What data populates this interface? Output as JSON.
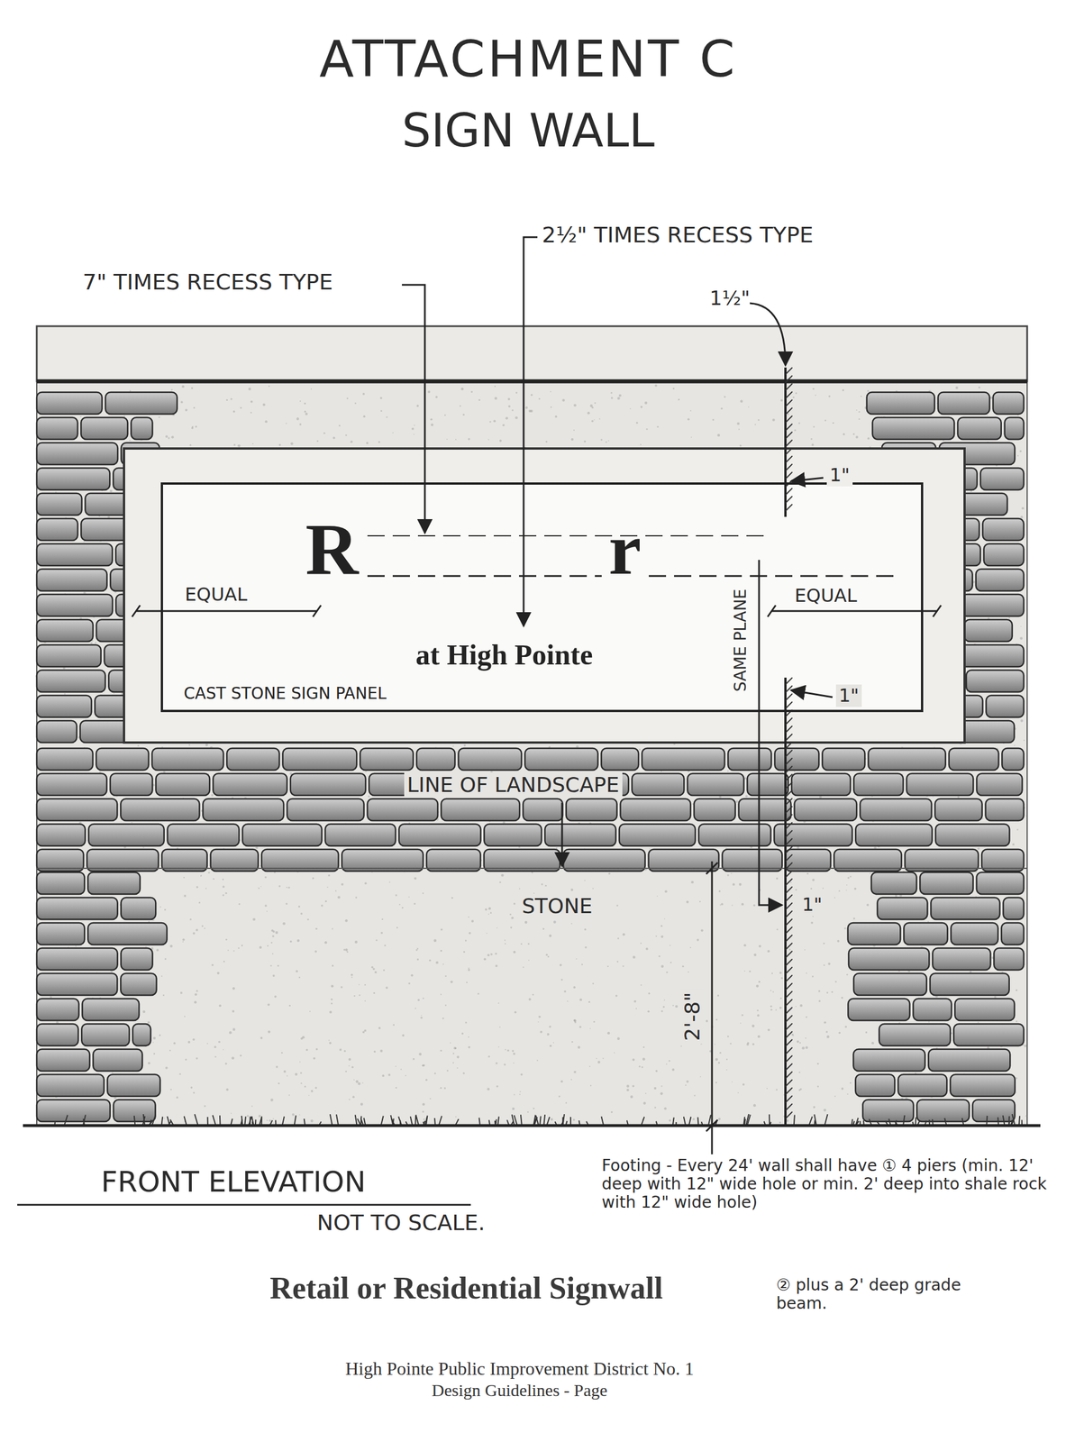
{
  "diagram": {
    "title": "ATTACHMENT C",
    "caption": "Retail or Residential Signwall",
    "nodes": [
      {
        "text": [
          "R",
          "r",
          "at High Pointe",
          "CAST STONE SIGN PANEL"
        ]
      }
    ],
    "labels": [
      "SIGN WALL",
      "7\" TIMES RECESS TYPE",
      "2½\" TIMES RECESS TYPE",
      "1½\"",
      "1\"",
      "EQUAL",
      "EQUAL",
      "SAME PLANE",
      "1\"",
      "LINE OF LANDSCAPE",
      "STONE",
      "1\"",
      "2'-8\"",
      "FRONT ELEVATION",
      "NOT TO SCALE.",
      "Footing - Every 24' wall shall have ① 4 piers (min. 12' deep with 12\" wide hole or min. 2' deep into shale rock with 12\" wide hole)",
      "② plus a 2' deep grade beam.",
      "High Pointe Public Improvement District No. 1",
      "Design Guidelines - Page"
    ]
  }
}
